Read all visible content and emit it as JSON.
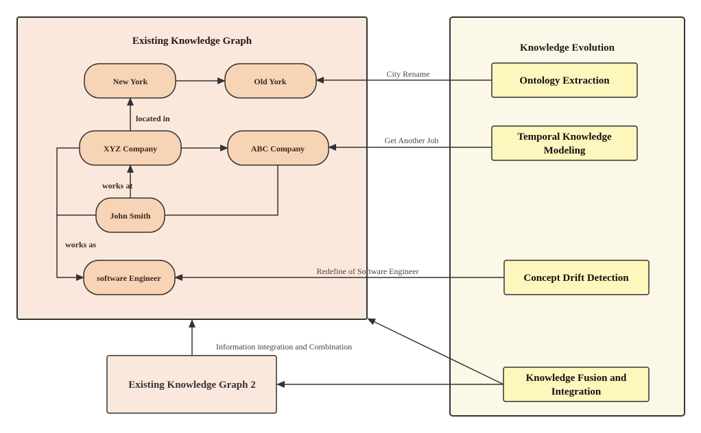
{
  "colors": {
    "kg_panel_fill": "#fbe8dc",
    "entity_fill": "#f7d4b5",
    "evolution_panel_fill": "#fbf8e8",
    "process_fill": "#fdf6bd",
    "stroke": "#333333"
  },
  "existing_kg": {
    "title": "Existing Knowledge Graph",
    "entities": {
      "new_york": "New York",
      "old_york": "Old York",
      "xyz_company": "XYZ Company",
      "abc_company": "ABC Company",
      "john_smith": "John Smith",
      "software_engineer": "software Engineer"
    },
    "relations": {
      "located_in": "located in",
      "works_at": "works at",
      "works_as": "works as"
    }
  },
  "knowledge_evolution": {
    "title": "Knowledge Evolution",
    "processes": {
      "ontology_extraction": "Ontology Extraction",
      "temporal_line1": "Temporal Knowledge",
      "temporal_line2": "Modeling",
      "concept_drift": "Concept Drift Detection",
      "fusion_line1": "Knowledge Fusion and",
      "fusion_line2": "Integration"
    }
  },
  "edge_labels": {
    "city_rename": "City Rename",
    "get_another_job": "Get Another Job",
    "redefine_se": "Redefine of Software Engineer",
    "info_integration": "Information integration and Combination"
  },
  "existing_kg2": {
    "title": "Existing Knowledge Graph 2"
  }
}
